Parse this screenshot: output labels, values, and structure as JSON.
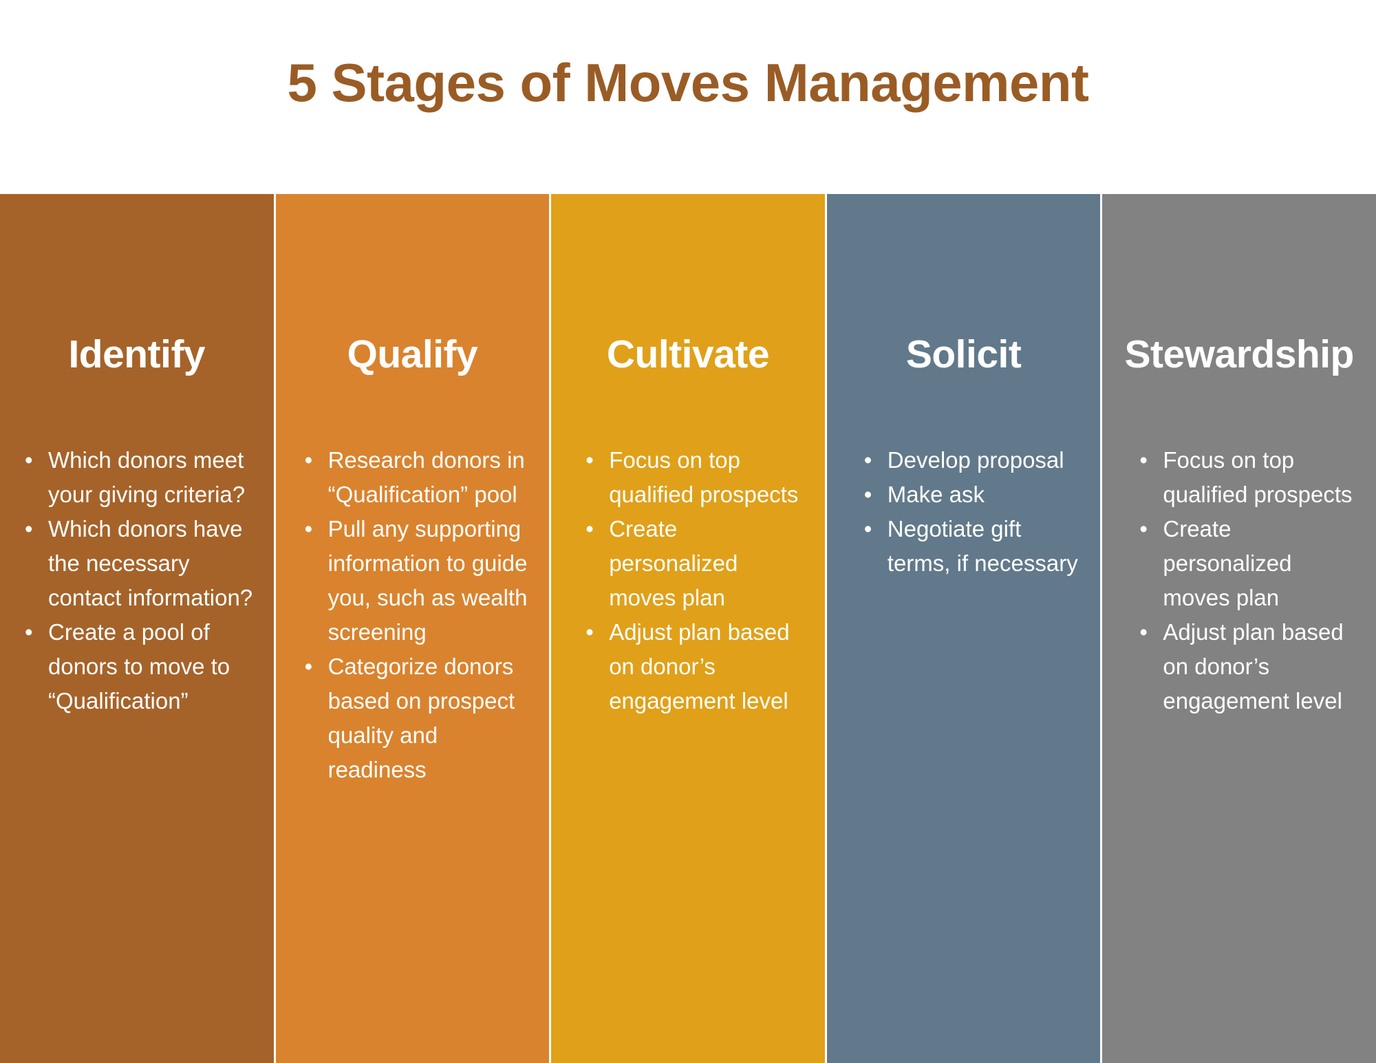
{
  "title": "5 Stages of Moves Management",
  "title_color": "#9A5C25",
  "background_color": "#FFFFFF",
  "columns": [
    {
      "key": "identify",
      "header": "Identify",
      "color": "#A5632A",
      "bullets": [
        "Which donors meet your giving criteria?",
        "Which donors have the necessary contact information?",
        "Create a pool of donors to move to “Qualification”"
      ]
    },
    {
      "key": "qualify",
      "header": "Qualify",
      "color": "#D9832E",
      "bullets": [
        "Research donors in “Qualification” pool",
        "Pull any supporting information to guide you, such as wealth screening",
        "Categorize donors based on prospect quality and readiness"
      ]
    },
    {
      "key": "cultivate",
      "header": "Cultivate",
      "color": "#E0A019",
      "bullets": [
        "Focus on top qualified prospects",
        "Create personalized moves plan",
        "Adjust plan based on donor’s engagement level"
      ]
    },
    {
      "key": "solicit",
      "header": "Solicit",
      "color": "#61798A",
      "bullets": [
        "Develop proposal",
        "Make ask",
        "Negotiate gift terms, if necessary"
      ]
    },
    {
      "key": "stewardship",
      "header": "Stewardship",
      "color": "#828282",
      "bullets": [
        "Focus on top qualified prospects",
        "Create personalized moves plan",
        "Adjust plan based on donor’s engagement level"
      ]
    }
  ]
}
